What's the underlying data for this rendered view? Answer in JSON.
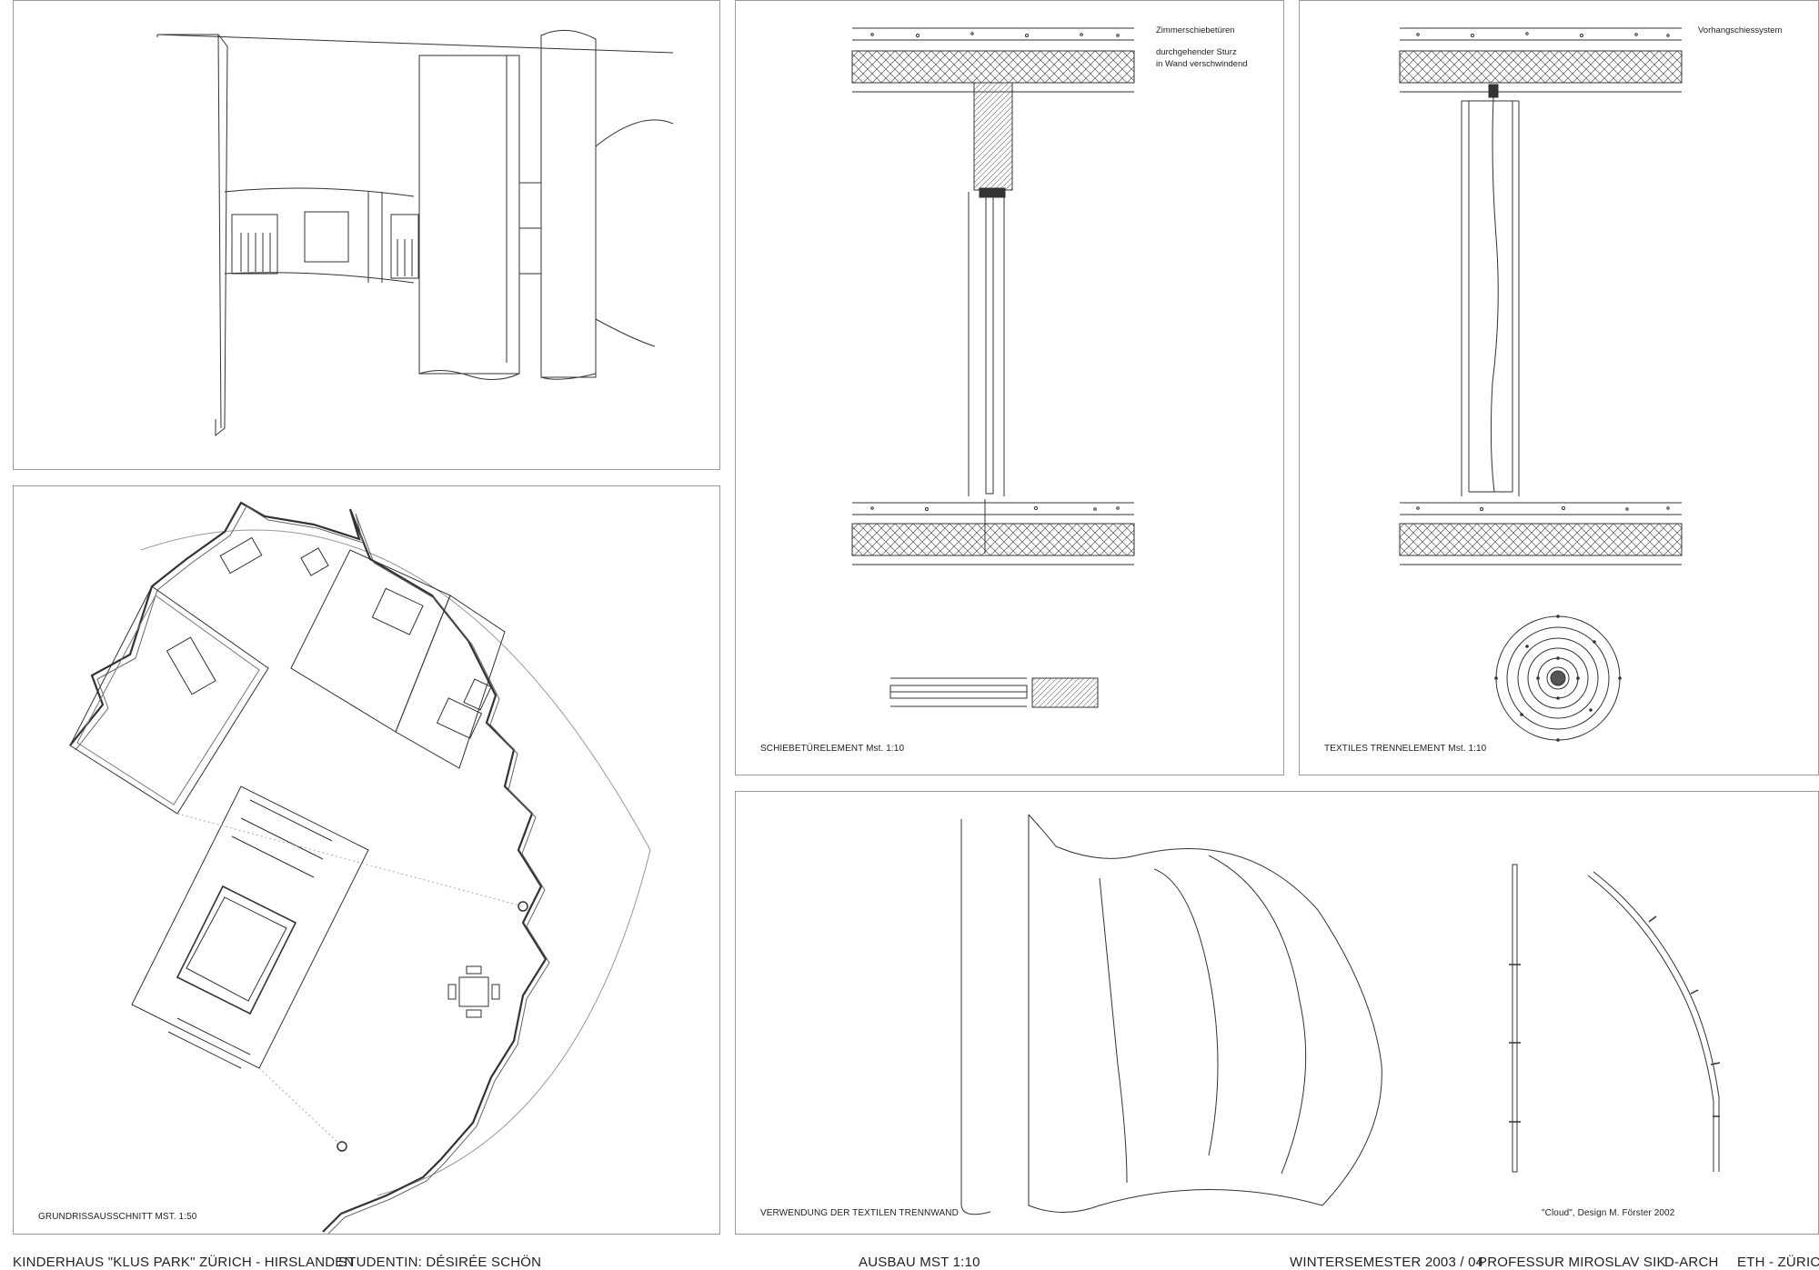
{
  "panels": {
    "perspective": {},
    "floorplan": {
      "label": "GRUNDRISSAUSSCHNITT MST. 1:50"
    },
    "sliding_door": {
      "label": "SCHIEBETÜRELEMENT Mst. 1:10",
      "note_title": "Zimmerschiebetüren",
      "note_line1": "durchgehender Sturz",
      "note_line2": "in Wand verschwindend"
    },
    "textile": {
      "label": "TEXTILES TRENNELEMENT Mst. 1:10",
      "note_title": "Vorhangschiessystem"
    },
    "usage": {
      "label": "VERWENDUNG DER TEXTILEN TRENNWAND",
      "credit": "\"Cloud\", Design M. Förster 2002"
    }
  },
  "footer": {
    "project": "KINDERHAUS \"KLUS PARK\" ZÜRICH - HIRSLANDEN",
    "student": "STUDENTIN:  DÉSIRÉE SCHÖN",
    "subject": "AUSBAU MST 1:10",
    "semester": "WINTERSEMESTER 2003 / 04",
    "professor": "PROFESSUR MIROSLAV SIK",
    "department": "D-ARCH",
    "school": "ETH - ZÜRICH"
  }
}
